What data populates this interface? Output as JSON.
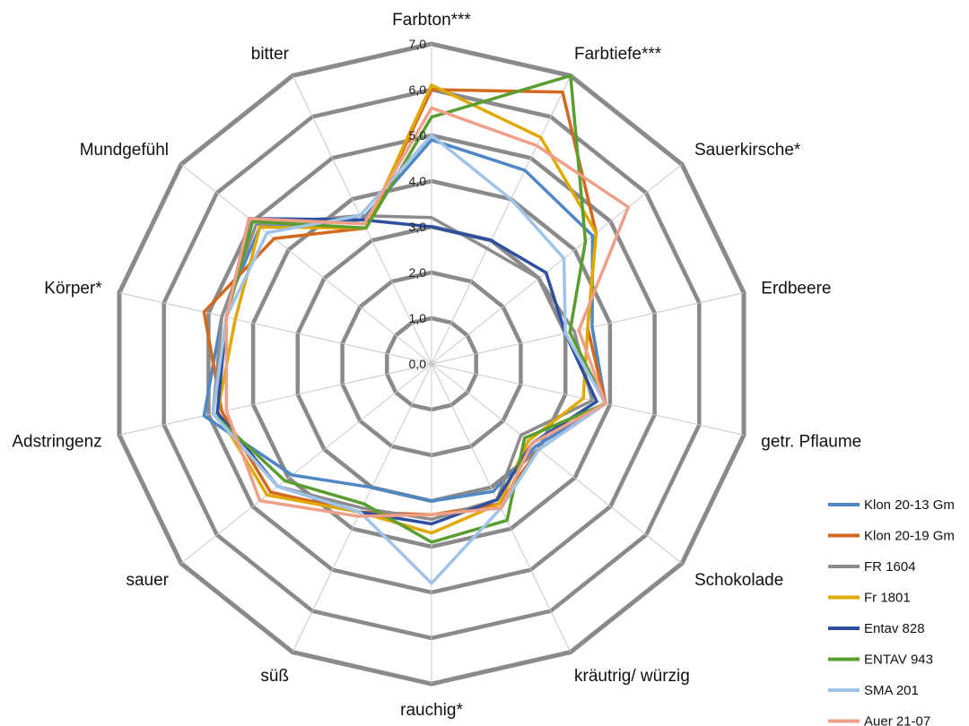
{
  "chart_data": {
    "type": "radar",
    "title": "",
    "categories": [
      "Farbton***",
      "Farbtiefe***",
      "Sauerkirsche*",
      "Erdbeere",
      "getr. Pflaume",
      "Schokolade",
      "kräutrig/ würzig",
      "rauchig*",
      "süß",
      "sauer",
      "Adstringenz",
      "Körper*",
      "Mundgefühl",
      "bitter"
    ],
    "ylim": [
      0,
      7
    ],
    "ticks": [
      "0,0",
      "1,0",
      "2,0",
      "3,0",
      "4,0",
      "5,0",
      "6,0",
      "7,0"
    ],
    "grid": true,
    "legend_position": "right-bottom",
    "series": [
      {
        "name": "Klon 20-13 Gm",
        "color": "#4f86c6",
        "values": [
          4.9,
          4.7,
          4.5,
          3.6,
          3.9,
          2.9,
          3.1,
          3.0,
          3.0,
          3.9,
          5.1,
          4.7,
          4.8,
          3.5
        ]
      },
      {
        "name": "Klon 20-19 Gm",
        "color": "#d2691e",
        "values": [
          6.0,
          6.6,
          4.6,
          3.5,
          3.9,
          3.0,
          3.4,
          3.3,
          3.6,
          4.5,
          4.7,
          5.1,
          4.4,
          3.3
        ]
      },
      {
        "name": "FR 1604",
        "color": "#8c8c8c",
        "values": [
          3.2,
          2.8,
          3.0,
          3.2,
          3.6,
          2.5,
          3.3,
          3.4,
          3.5,
          4.3,
          4.9,
          4.7,
          4.9,
          3.6
        ]
      },
      {
        "name": "Fr 1801",
        "color": "#e0a800",
        "values": [
          6.1,
          5.5,
          4.6,
          3.5,
          3.4,
          2.7,
          3.4,
          3.7,
          3.6,
          4.6,
          4.8,
          4.4,
          4.8,
          3.3
        ]
      },
      {
        "name": "Entav 828",
        "color": "#2e4fa0",
        "values": [
          3.0,
          3.0,
          3.2,
          3.0,
          3.7,
          2.8,
          3.3,
          3.5,
          3.6,
          4.3,
          4.8,
          4.6,
          5.1,
          3.5
        ]
      },
      {
        "name": "ENTAV 943",
        "color": "#5a9e2f",
        "values": [
          5.4,
          7.0,
          4.3,
          3.1,
          3.9,
          2.6,
          3.8,
          3.9,
          3.4,
          4.1,
          4.9,
          4.6,
          5.0,
          3.3
        ]
      },
      {
        "name": "SMA 201",
        "color": "#9fc4e8",
        "values": [
          5.0,
          4.0,
          3.7,
          3.0,
          3.9,
          3.0,
          3.5,
          4.8,
          3.6,
          4.3,
          4.9,
          4.6,
          4.6,
          3.6
        ]
      },
      {
        "name": "Auer 21-07",
        "color": "#f0a088",
        "values": [
          5.6,
          5.3,
          5.5,
          3.3,
          3.9,
          2.8,
          3.5,
          3.3,
          3.7,
          4.8,
          4.6,
          4.6,
          5.1,
          3.4
        ]
      }
    ]
  }
}
